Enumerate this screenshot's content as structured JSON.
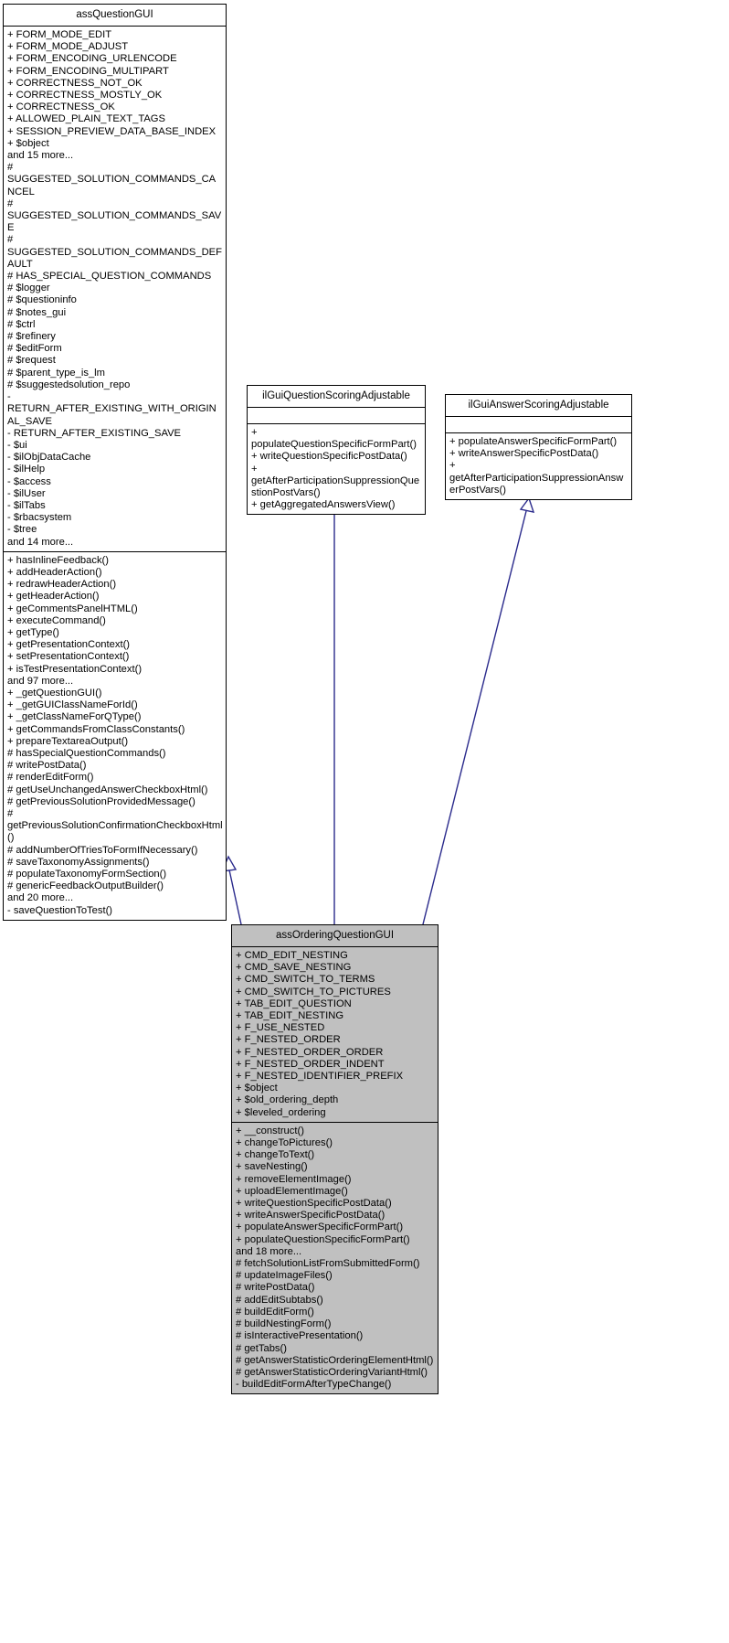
{
  "diagram": {
    "type": "uml-class-diagram",
    "title": "assOrderingQuestionGUI inheritance diagram",
    "background_color": "#ffffff",
    "edge_color": "#2a2a8c",
    "derived_fill_color": "#c0c0c0"
  },
  "classes": {
    "assQuestionGUI": {
      "name": "assQuestionGUI",
      "attributes": [
        "+ FORM_MODE_EDIT",
        "+ FORM_MODE_ADJUST",
        "+ FORM_ENCODING_URLENCODE",
        "+ FORM_ENCODING_MULTIPART",
        "+ CORRECTNESS_NOT_OK",
        "+ CORRECTNESS_MOSTLY_OK",
        "+ CORRECTNESS_OK",
        "+ ALLOWED_PLAIN_TEXT_TAGS",
        "+ SESSION_PREVIEW_DATA_BASE_INDEX",
        "+ $object",
        "and 15 more...",
        "# SUGGESTED_SOLUTION_COMMANDS_CANCEL",
        "# SUGGESTED_SOLUTION_COMMANDS_SAVE",
        "# SUGGESTED_SOLUTION_COMMANDS_DEFAULT",
        "# HAS_SPECIAL_QUESTION_COMMANDS",
        "# $logger",
        "# $questioninfo",
        "# $notes_gui",
        "# $ctrl",
        "# $refinery",
        "# $editForm",
        "# $request",
        "# $parent_type_is_lm",
        "# $suggestedsolution_repo",
        "- RETURN_AFTER_EXISTING_WITH_ORIGINAL_SAVE",
        "- RETURN_AFTER_EXISTING_SAVE",
        "- $ui",
        "- $ilObjDataCache",
        "- $ilHelp",
        "- $access",
        "- $ilUser",
        "- $ilTabs",
        "- $rbacsystem",
        "- $tree",
        "and 14 more..."
      ],
      "operations": [
        "+ hasInlineFeedback()",
        "+ addHeaderAction()",
        "+ redrawHeaderAction()",
        "+ getHeaderAction()",
        "+ geCommentsPanelHTML()",
        "+ executeCommand()",
        "+ getType()",
        "+ getPresentationContext()",
        "+ setPresentationContext()",
        "+ isTestPresentationContext()",
        "and 97 more...",
        "+ _getQuestionGUI()",
        "+ _getGUIClassNameForId()",
        "+ _getClassNameForQType()",
        "+ getCommandsFromClassConstants()",
        "+ prepareTextareaOutput()",
        "# hasSpecialQuestionCommands()",
        "# writePostData()",
        "# renderEditForm()",
        "# getUseUnchangedAnswerCheckboxHtml()",
        "# getPreviousSolutionProvidedMessage()",
        "# getPreviousSolutionConfirmationCheckboxHtml()",
        "# addNumberOfTriesToFormIfNecessary()",
        "# saveTaxonomyAssignments()",
        "# populateTaxonomyFormSection()",
        "# genericFeedbackOutputBuilder()",
        "and 20 more...",
        "- saveQuestionToTest()"
      ]
    },
    "ilGuiQuestionScoringAdjustable": {
      "name": "ilGuiQuestionScoringAdjustable",
      "attributes": [],
      "operations": [
        "+ populateQuestionSpecificFormPart()",
        "+ writeQuestionSpecificPostData()",
        "+ getAfterParticipationSuppressionQuestionPostVars()",
        "+ getAggregatedAnswersView()"
      ]
    },
    "ilGuiAnswerScoringAdjustable": {
      "name": "ilGuiAnswerScoringAdjustable",
      "attributes": [],
      "operations": [
        "+ populateAnswerSpecificFormPart()",
        "+ writeAnswerSpecificPostData()",
        "+ getAfterParticipationSuppressionAnswerPostVars()"
      ]
    },
    "assOrderingQuestionGUI": {
      "name": "assOrderingQuestionGUI",
      "attributes": [
        "+ CMD_EDIT_NESTING",
        "+ CMD_SAVE_NESTING",
        "+ CMD_SWITCH_TO_TERMS",
        "+ CMD_SWITCH_TO_PICTURES",
        "+ TAB_EDIT_QUESTION",
        "+ TAB_EDIT_NESTING",
        "+ F_USE_NESTED",
        "+ F_NESTED_ORDER",
        "+ F_NESTED_ORDER_ORDER",
        "+ F_NESTED_ORDER_INDENT",
        "+ F_NESTED_IDENTIFIER_PREFIX",
        "+ $object",
        "+ $old_ordering_depth",
        "+ $leveled_ordering"
      ],
      "operations": [
        "+ __construct()",
        "+ changeToPictures()",
        "+ changeToText()",
        "+ saveNesting()",
        "+ removeElementImage()",
        "+ uploadElementImage()",
        "+ writeQuestionSpecificPostData()",
        "+ writeAnswerSpecificPostData()",
        "+ populateAnswerSpecificFormPart()",
        "+ populateQuestionSpecificFormPart()",
        "and 18 more...",
        "# fetchSolutionListFromSubmittedForm()",
        "# updateImageFiles()",
        "# writePostData()",
        "# addEditSubtabs()",
        "# buildEditForm()",
        "# buildNestingForm()",
        "# isInteractivePresentation()",
        "# getTabs()",
        "# getAnswerStatisticOrderingElementHtml()",
        "# getAnswerStatisticOrderingVariantHtml()",
        "- buildEditFormAfterTypeChange()"
      ]
    }
  },
  "relations": [
    {
      "from": "assOrderingQuestionGUI",
      "to": "assQuestionGUI",
      "kind": "inheritance"
    },
    {
      "from": "assOrderingQuestionGUI",
      "to": "ilGuiQuestionScoringAdjustable",
      "kind": "realization"
    },
    {
      "from": "assOrderingQuestionGUI",
      "to": "ilGuiAnswerScoringAdjustable",
      "kind": "realization"
    }
  ]
}
